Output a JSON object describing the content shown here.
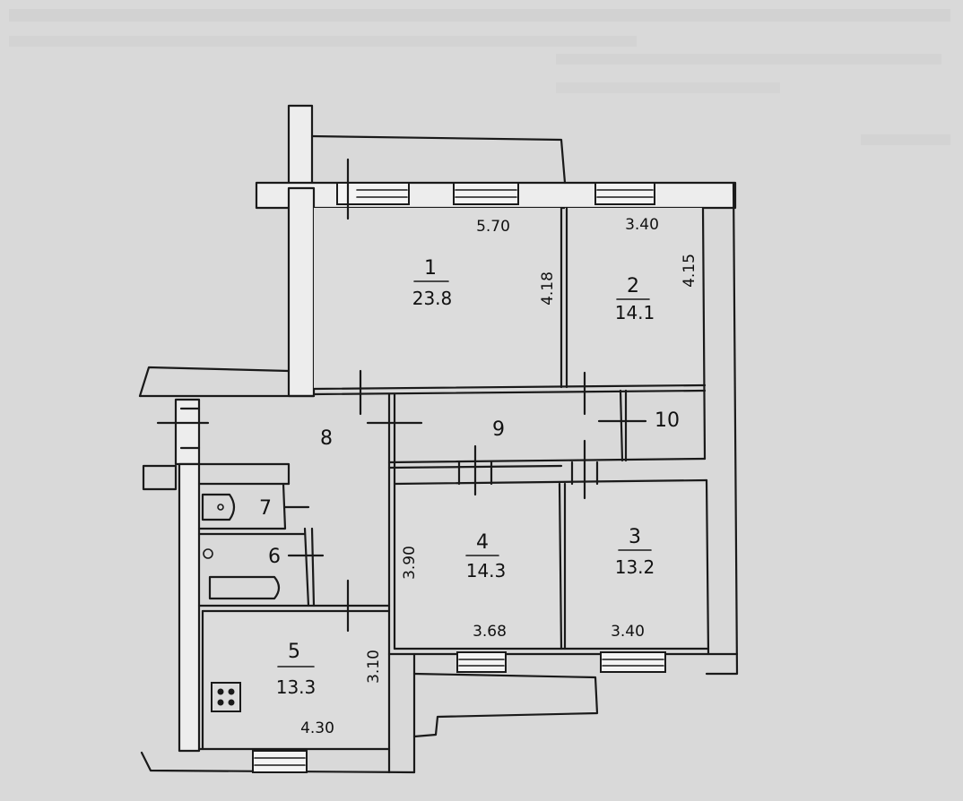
{
  "rooms": [
    {
      "id": "1",
      "area": "23.8"
    },
    {
      "id": "2",
      "area": "14.1"
    },
    {
      "id": "3",
      "area": "13.2"
    },
    {
      "id": "4",
      "area": "14.3"
    },
    {
      "id": "5",
      "area": "13.3"
    },
    {
      "id": "6"
    },
    {
      "id": "7"
    },
    {
      "id": "8"
    },
    {
      "id": "9"
    },
    {
      "id": "10"
    }
  ],
  "dimensions": {
    "room1_width": "5.70",
    "room1_depth": "4.18",
    "room2_width": "3.40",
    "room2_depth": "4.15",
    "room3_width": "3.40",
    "room4_width": "3.68",
    "room4_depth": "3.90",
    "room5_width": "4.30",
    "room5_depth": "3.10"
  },
  "background_color": "#d9d9d9",
  "line_color": "#1a1a1a"
}
